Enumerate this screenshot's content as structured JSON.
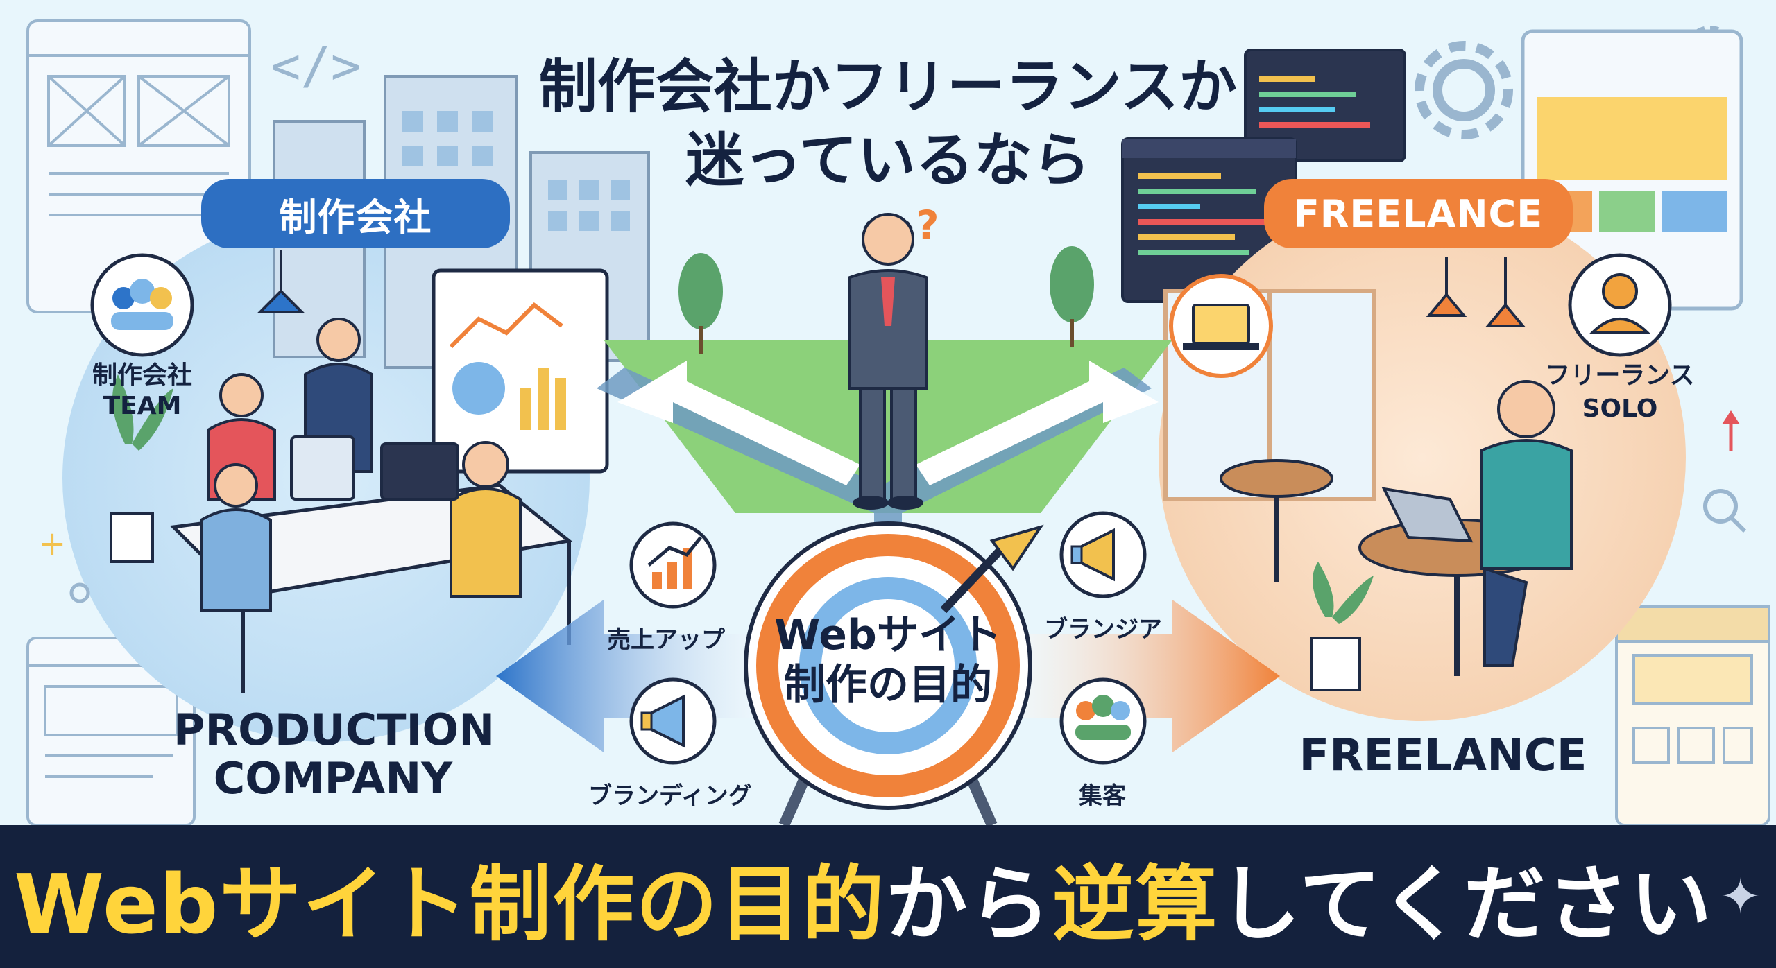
{
  "headline": {
    "line1": "制作会社かフリーランスか",
    "line2": "迷っているなら"
  },
  "left": {
    "badge": "制作会社",
    "team_label_jp": "制作会社",
    "team_label_en": "TEAM",
    "caption_line1": "PRODUCTION",
    "caption_line2": "COMPANY"
  },
  "right": {
    "badge": "FREELANCE",
    "solo_label_jp": "フリーランス",
    "solo_label_en": "SOLO",
    "caption": "FREELANCE"
  },
  "center": {
    "target_line1": "Webサイト",
    "target_line2": "制作の目的",
    "question_mark": "?",
    "goals": {
      "sales_up": "売上アップ",
      "branding": "ブランディング",
      "brandgia": "ブランジア",
      "attract": "集客"
    }
  },
  "bottom": {
    "part1": "Webサイト制作の目的",
    "part2": "から",
    "part3": "逆算",
    "part4": "してください"
  },
  "code_tag": "</>",
  "colors": {
    "blue": "#2d6fc2",
    "orange": "#f0823a",
    "navy": "#14213d",
    "yellow": "#ffd43b"
  }
}
